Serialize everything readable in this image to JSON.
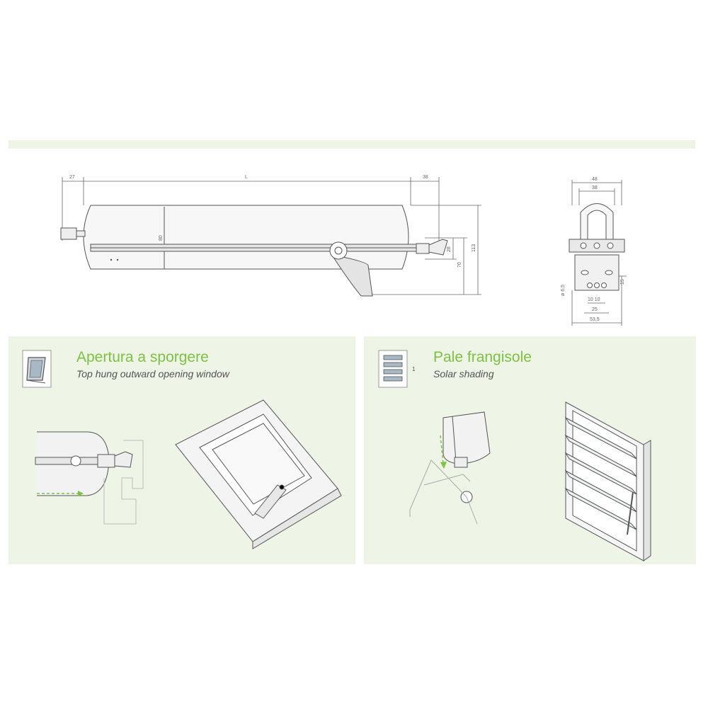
{
  "dimensions": {
    "main": {
      "left": "27",
      "length": "L",
      "right": "38",
      "height80": "80",
      "h28": "28",
      "h70": "70",
      "h113": "113"
    },
    "side": {
      "w48": "48",
      "w38": "38",
      "hole": "ø 6,5",
      "h15": "15",
      "gap": "10 10",
      "w25": "25",
      "w53": "53,5"
    }
  },
  "panels": {
    "top_hung": {
      "title": "Apertura a sporgere",
      "subtitle": "Top hung outward opening window"
    },
    "solar": {
      "title": "Pale frangisole",
      "subtitle": "Solar shading",
      "icon_mark": "1"
    }
  },
  "colors": {
    "accent": "#7dc242",
    "panel_bg": "#eef4e6",
    "line": "#666666"
  }
}
